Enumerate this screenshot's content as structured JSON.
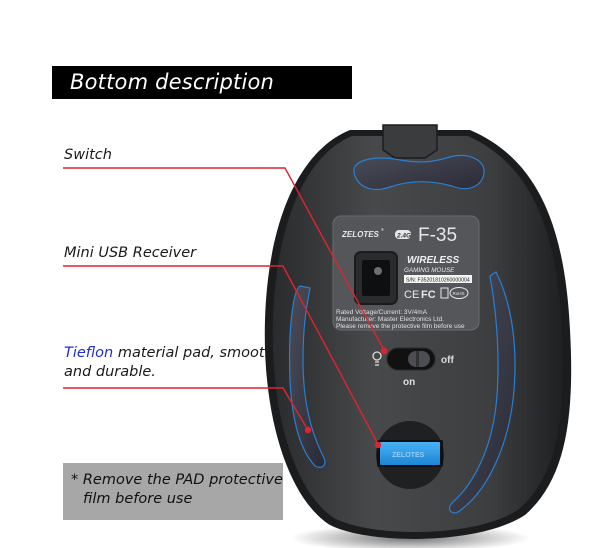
{
  "header": {
    "title": "Bottom description"
  },
  "callouts": [
    {
      "id": "switch",
      "label": "Switch"
    },
    {
      "id": "receiver",
      "label": "Mini USB Receiver"
    },
    {
      "id": "pad",
      "label_accent": "Tieflon",
      "label_rest_line1": " material pad, smooth",
      "label_line2": "and durable."
    }
  ],
  "note": {
    "line1": "* Remove the PAD protective",
    "line2": "film before use"
  },
  "product_label": {
    "brand": "ZELOTES",
    "brand_mark": "®",
    "frequency_badge": "2.4G",
    "model": "F-35",
    "type_line1": "WIRELESS",
    "type_line2": "GAMING MOUSE",
    "serial": "S/N: F35201810260000004",
    "certifications": [
      "CE",
      "FC",
      "WEEE",
      "RoHS"
    ],
    "spec_lines": [
      "Rated Voltage/Current: 3V/4mA",
      "Manufacturer: Master Electronics Ltd.",
      "Please remove the protective film before use"
    ]
  },
  "power_switch": {
    "on_label": "on",
    "off_label": "off",
    "state": "on"
  },
  "colors": {
    "title_bg": "#000000",
    "callout_line": "#e0242f",
    "accent_text": "#1f2bd6",
    "note_bg": "#a7a7a7",
    "mouse_body": "#3a3b3d",
    "receiver_blue": "#2f9be8"
  }
}
